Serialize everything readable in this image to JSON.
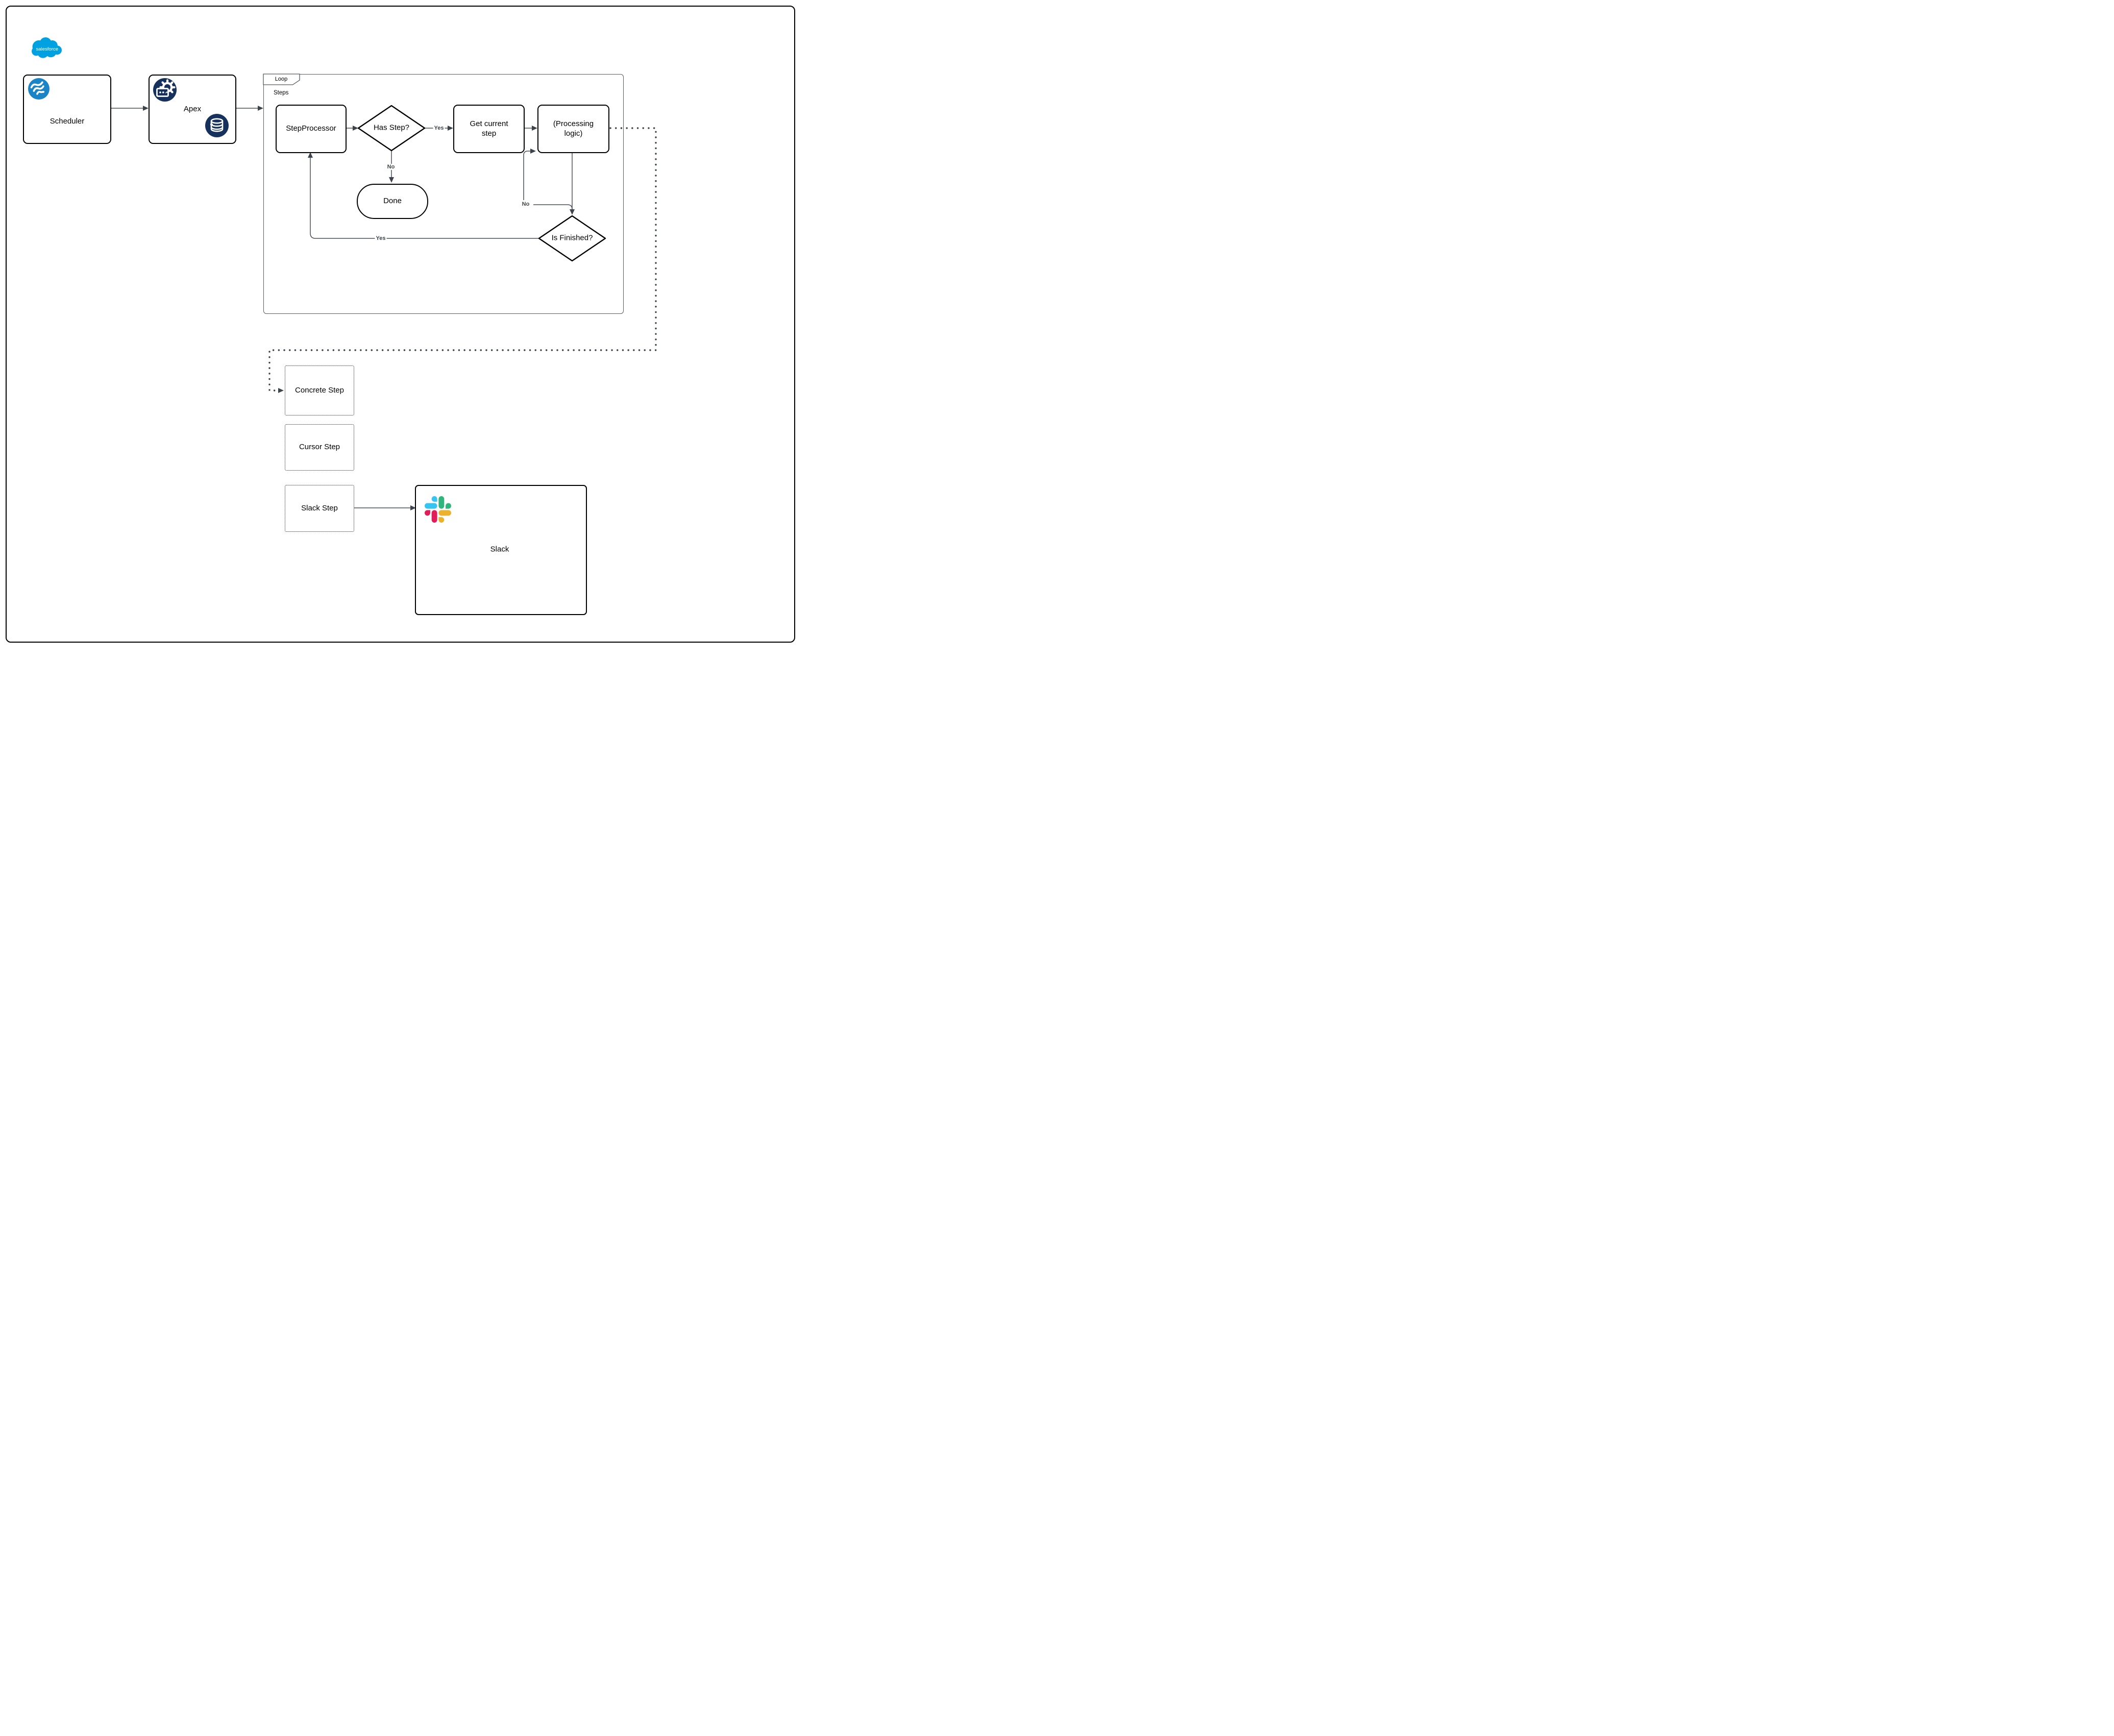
{
  "diagram": {
    "brand": {
      "logo_text": "salesforce"
    },
    "nodes": {
      "scheduler": {
        "label": "Scheduler"
      },
      "apex": {
        "label": "Apex"
      },
      "loop": {
        "tab_label": "Loop",
        "inner_label": "Steps"
      },
      "step_processor": {
        "label": "StepProcessor"
      },
      "has_step": {
        "label": "Has Step?"
      },
      "get_current_step": {
        "label": "Get current step"
      },
      "processing_logic": {
        "label": "(Processing logic)"
      },
      "done": {
        "label": "Done"
      },
      "is_finished": {
        "label": "Is Finished?"
      },
      "concrete_step": {
        "label": "Concrete Step"
      },
      "cursor_step": {
        "label": "Cursor Step"
      },
      "slack_step": {
        "label": "Slack Step"
      },
      "slack": {
        "label": "Slack"
      }
    },
    "edge_labels": {
      "has_step_yes": "Yes",
      "has_step_no": "No",
      "is_finished_no": "No",
      "is_finished_yes": "Yes"
    },
    "icons": [
      "salesforce-cloud-icon",
      "scheduler-waves-icon",
      "apex-gear-icon",
      "apex-database-icon",
      "slack-logo-icon"
    ],
    "colors": {
      "salesforce_blue": "#00A1E0",
      "scheduler_icon_blue": "#1A84C7",
      "apex_icon_navy": "#16325C",
      "node_border": "#000000",
      "edge_stroke": "#4A5158",
      "edge_label_text": "#3F4549",
      "slack_blue": "#36C5F0",
      "slack_green": "#2EB67D",
      "slack_red": "#E01E5A",
      "slack_yellow": "#ECB22E"
    }
  }
}
